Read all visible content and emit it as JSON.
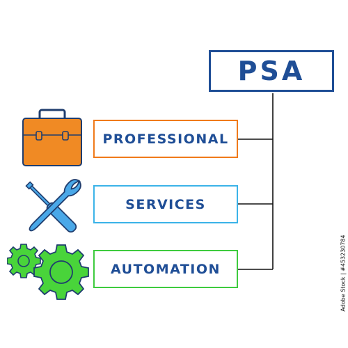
{
  "title": "PSA",
  "items": [
    {
      "label": "PROFESSIONAL",
      "border_color": "#f07a1a"
    },
    {
      "label": "SERVICES",
      "border_color": "#3bb3e8"
    },
    {
      "label": "AUTOMATION",
      "border_color": "#3ecb3e"
    }
  ],
  "icons": [
    "briefcase-icon",
    "wrench-screwdriver-icon",
    "gears-icon"
  ],
  "colors": {
    "text": "#1f4e96",
    "title_border": "#1f4e96",
    "connector": "#111111",
    "briefcase_fill": "#f08a24",
    "tools_fill": "#4aa8e8",
    "gears_fill": "#49d43a",
    "outline": "#1f3d6e"
  },
  "stock_id": "Adobe Stock | #453230784"
}
